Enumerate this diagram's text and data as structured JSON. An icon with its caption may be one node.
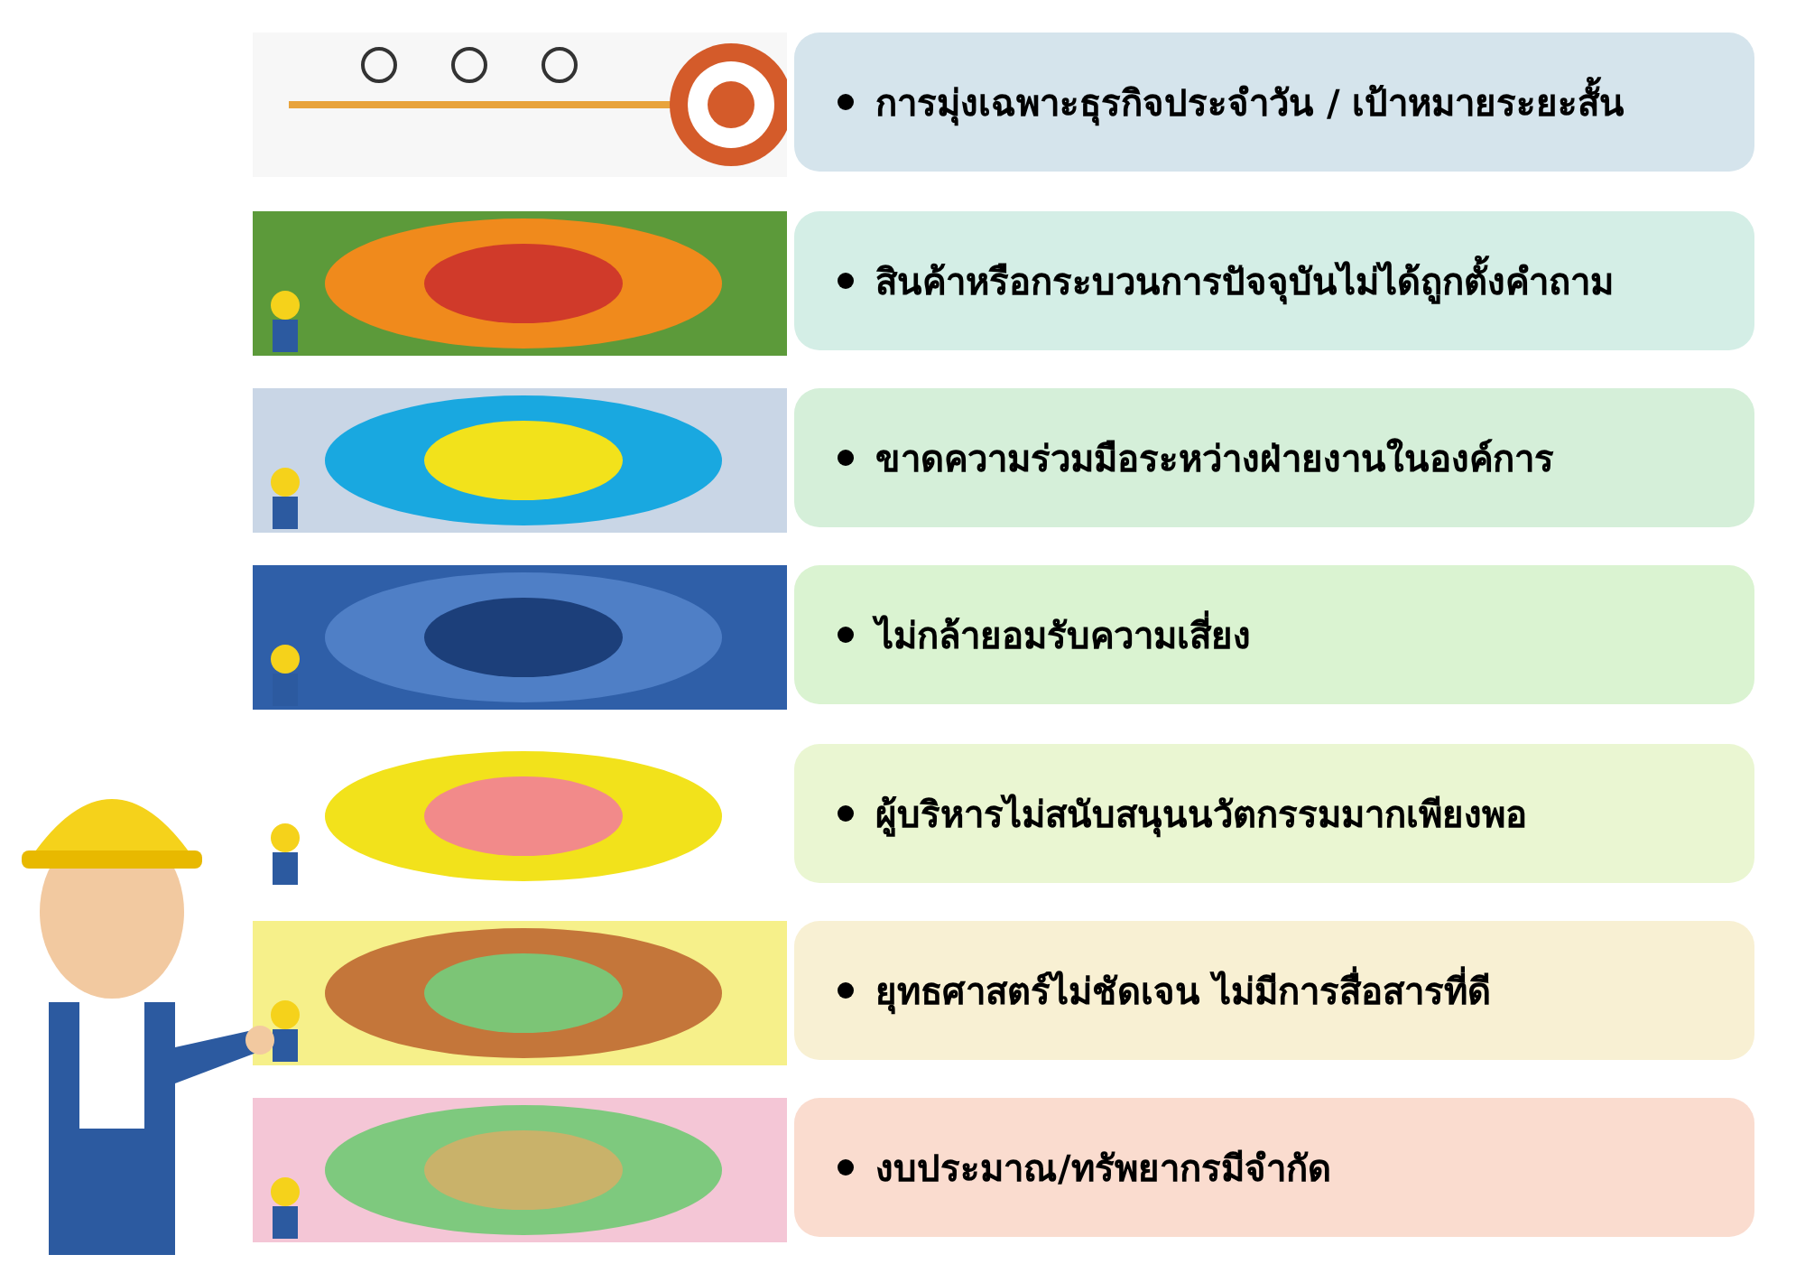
{
  "diagram": {
    "nodes": [
      {
        "text": [
          "การมุ่งเฉพาะธุรกิจประจำวัน / เป้าหมายระยะสั้น"
        ]
      },
      {
        "text": [
          "สินค้าหรือกระบวนการปัจจุบันไม่ได้ถูกตั้งคำถาม"
        ]
      },
      {
        "text": [
          "ขาดความร่วมมือระหว่างฝ่ายงานในองค์การ"
        ]
      },
      {
        "text": [
          "ไม่กล้ายอมรับความเสี่ยง"
        ]
      },
      {
        "text": [
          "ผู้บริหารไม่สนับสนุนนวัตกรรมมากเพียงพอ"
        ]
      },
      {
        "text": [
          "ยุทธศาสตร์ไม่ชัดเจน ไม่มีการสื่อสารที่ดี"
        ]
      },
      {
        "text": [
          "งบประมาณ/ทรัพยากรมีจำกัด"
        ]
      }
    ]
  }
}
